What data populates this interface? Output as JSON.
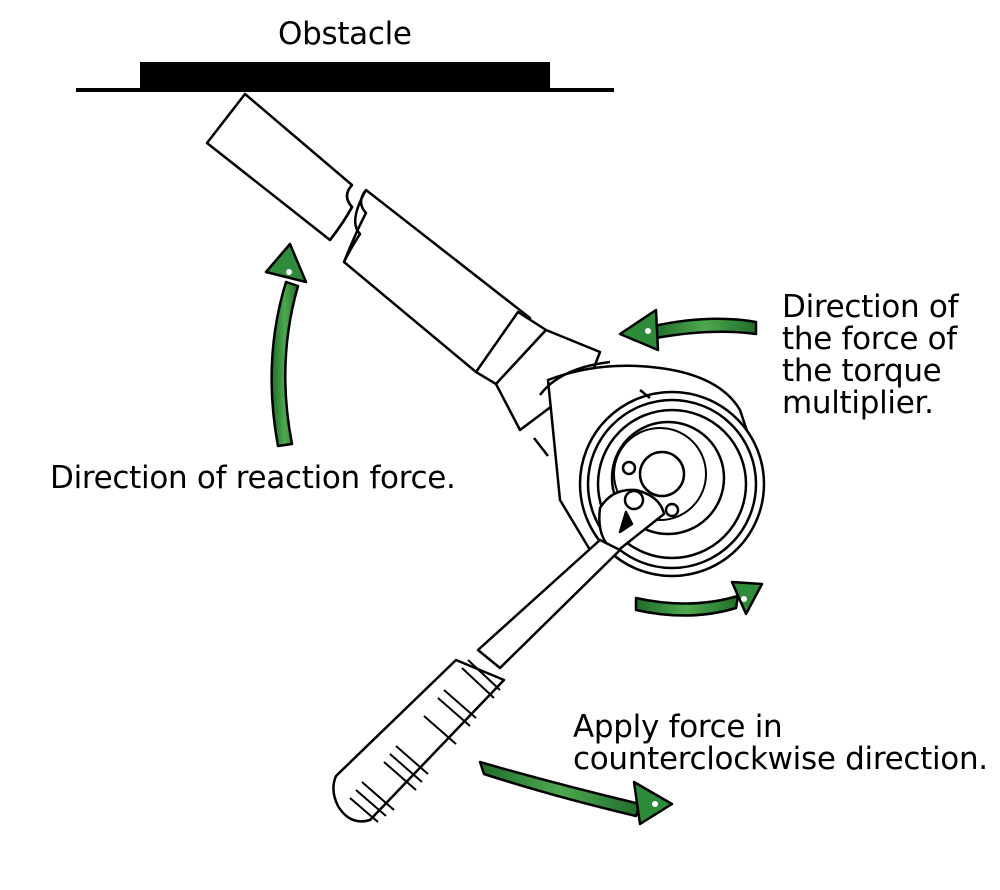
{
  "labels": {
    "obstacle": "Obstacle",
    "reaction": "Direction of reaction force.",
    "torque_lines": [
      "Direction of",
      "the force of",
      "the torque",
      "multiplier."
    ],
    "apply_lines": [
      "Apply force in",
      "counterclockwise direction."
    ]
  },
  "colors": {
    "arrow_fill": "#2e8b3a",
    "arrow_outline": "#000000",
    "line": "#000000",
    "background": "#ffffff"
  },
  "icons": {
    "arrow": "curved-arrow-icon",
    "wrench": "ratchet-wrench-icon",
    "multiplier": "torque-multiplier-icon",
    "obstacle": "obstacle-block-icon"
  }
}
